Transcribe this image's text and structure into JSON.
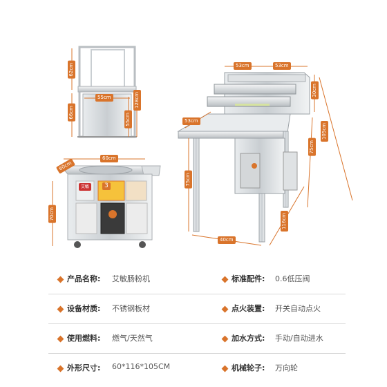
{
  "dimensions": {
    "top_width_left": "53cm",
    "top_width_right": "53cm",
    "steamer_height": "30cm",
    "table_depth": "53cm",
    "table_height": "75cm",
    "total_height_right": "105cm",
    "counter_height": "75cm",
    "base_depth": "116cm",
    "base_width": "40cm",
    "frame_top": "62cm",
    "frame_width": "55cm",
    "frame_height_left": "66cm",
    "frame_height_mid": "55cm",
    "frame_height_right": "128cm",
    "round_width": "60cm",
    "round_depth": "60cm",
    "round_height": "70cm"
  },
  "machine_label": {
    "brand": "艾敏",
    "badge_number": "3"
  },
  "specs": [
    {
      "label": "产品名称:",
      "value": "艾敏肠粉机"
    },
    {
      "label": "标准配件:",
      "value": "0.6低压阀"
    },
    {
      "label": "设备材质:",
      "value": "不锈钢板材"
    },
    {
      "label": "点火装置:",
      "value": "开关自动点火"
    },
    {
      "label": "使用燃料:",
      "value": "燃气/天然气"
    },
    {
      "label": "加水方式:",
      "value": "手动/自动进水"
    },
    {
      "label": "外形尺寸:",
      "value": "60*116*105CM"
    },
    {
      "label": "机械轮子:",
      "value": "万向轮"
    }
  ],
  "colors": {
    "accent": "#d9742b",
    "steel": "#cfd3d6",
    "steel_dark": "#9aa0a5"
  }
}
